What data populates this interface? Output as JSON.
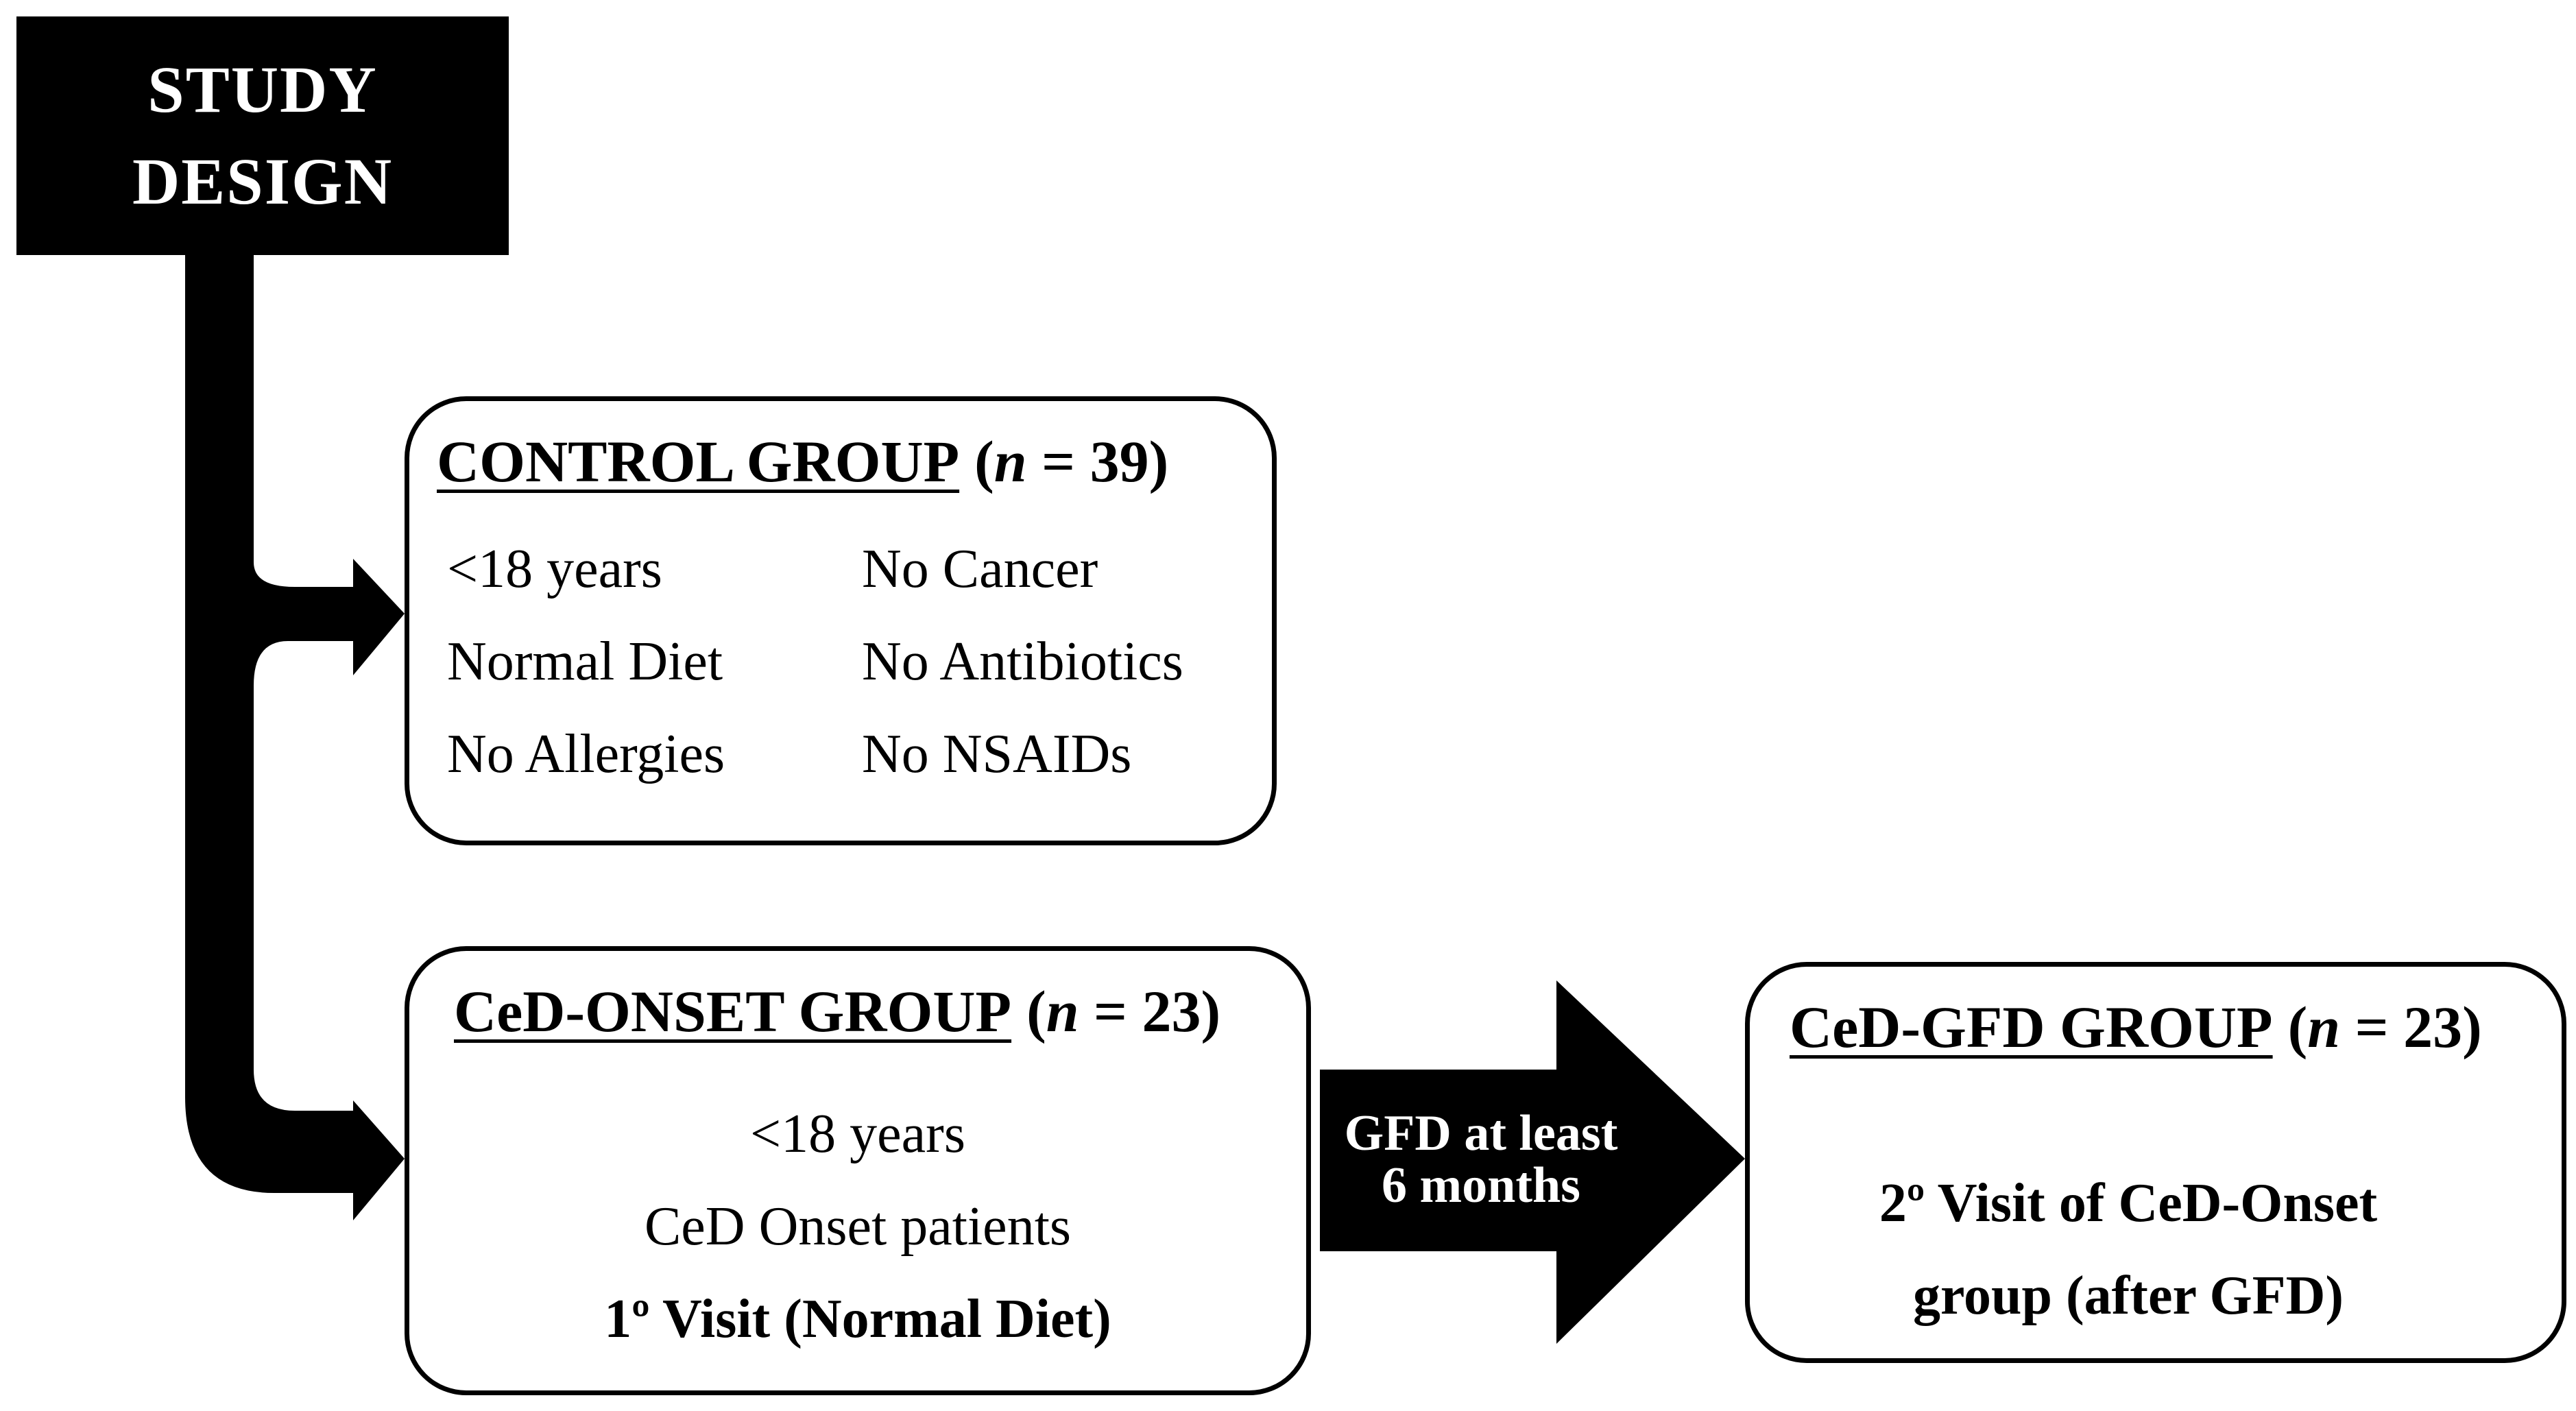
{
  "title": {
    "line1": "STUDY",
    "line2": "DESIGN"
  },
  "control_group": {
    "name": "CONTROL GROUP",
    "n_prefix": "(",
    "n_var": "n",
    "n_suffix": " = 39)",
    "criteria_left": [
      "<18 years",
      "Normal Diet",
      "No Allergies"
    ],
    "criteria_right": [
      "No Cancer",
      "No Antibiotics",
      "No NSAIDs"
    ]
  },
  "onset_group": {
    "name": "CeD-ONSET GROUP",
    "n_prefix": "(",
    "n_var": "n",
    "n_suffix": " = 23)",
    "lines": [
      "<18 years",
      "CeD Onset patients"
    ],
    "visit": "1º Visit (Normal Diet)"
  },
  "transition": {
    "line1": "GFD at least",
    "line2": "6 months"
  },
  "gfd_group": {
    "name": "CeD-GFD GROUP",
    "n_prefix": "(",
    "n_var": "n",
    "n_suffix": " = 23)",
    "line1": "2º Visit of CeD-Onset",
    "line2": "group (after GFD)"
  }
}
